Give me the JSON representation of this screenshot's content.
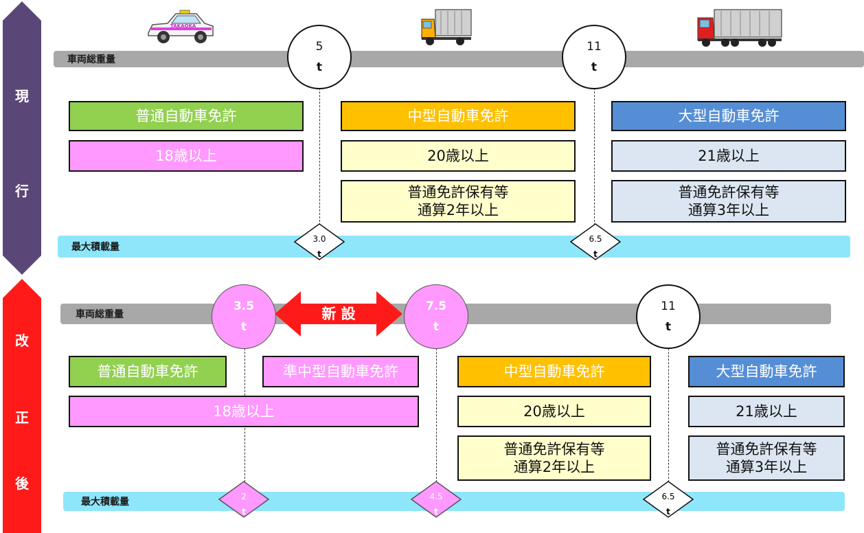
{
  "colors": {
    "current_side": "#5b4678",
    "revised_side": "#ff1a1a",
    "gray_bar": "#a8a8a8",
    "blue_bar": "#8ee6fb",
    "futsu_green": "#92d050",
    "age18_pink": "#ff99ff",
    "chugata_orange": "#ffc000",
    "chugata_cream": "#ffffcc",
    "ogata_blue": "#558ed5",
    "ogata_pale": "#dce6f2",
    "new_arrow": "#ff1a1a"
  },
  "current": {
    "side_label": [
      "現",
      "行"
    ],
    "gross_weight_label": "車両総重量",
    "max_load_label": "最大積載量",
    "thresholds": [
      {
        "top": "5",
        "bottom": "t"
      },
      {
        "top": "11",
        "bottom": "t"
      }
    ],
    "load_thresholds": [
      {
        "top": "3.0",
        "bottom": "t"
      },
      {
        "top": "6.5",
        "bottom": "t"
      }
    ],
    "futsu": {
      "name": "普通自動車免許",
      "age": "18歳以上"
    },
    "chugata": {
      "name": "中型自動車免許",
      "age": "20歳以上",
      "experience": [
        "普通免許保有等",
        "通算2年以上"
      ]
    },
    "ogata": {
      "name": "大型自動車免許",
      "age": "21歳以上",
      "experience": [
        "普通免許保有等",
        "通算3年以上"
      ]
    }
  },
  "revised": {
    "side_label": [
      "改",
      "正",
      "後"
    ],
    "gross_weight_label": "車両総重量",
    "max_load_label": "最大積載量",
    "new_label": "新 設",
    "thresholds": [
      {
        "top": "3.5",
        "bottom": "t"
      },
      {
        "top": "7.5",
        "bottom": "t"
      },
      {
        "top": "11",
        "bottom": "t"
      }
    ],
    "load_thresholds": [
      {
        "top": "2",
        "bottom": "t"
      },
      {
        "top": "4.5",
        "bottom": "t"
      },
      {
        "top": "6.5",
        "bottom": "t"
      }
    ],
    "futsu": {
      "name": "普通自動車免許"
    },
    "junchugata": {
      "name": "準中型自動車免許"
    },
    "shared_age": "18歳以上",
    "chugata": {
      "name": "中型自動車免許",
      "age": "20歳以上",
      "experience": [
        "普通免許保有等",
        "通算2年以上"
      ]
    },
    "ogata": {
      "name": "大型自動車免許",
      "age": "21歳以上",
      "experience": [
        "普通免許保有等",
        "通算3年以上"
      ]
    }
  },
  "vehicles": [
    {
      "kind": "car-icon",
      "text": "TAKAOKA"
    },
    {
      "kind": "truck-icon"
    },
    {
      "kind": "large-truck-icon"
    }
  ]
}
